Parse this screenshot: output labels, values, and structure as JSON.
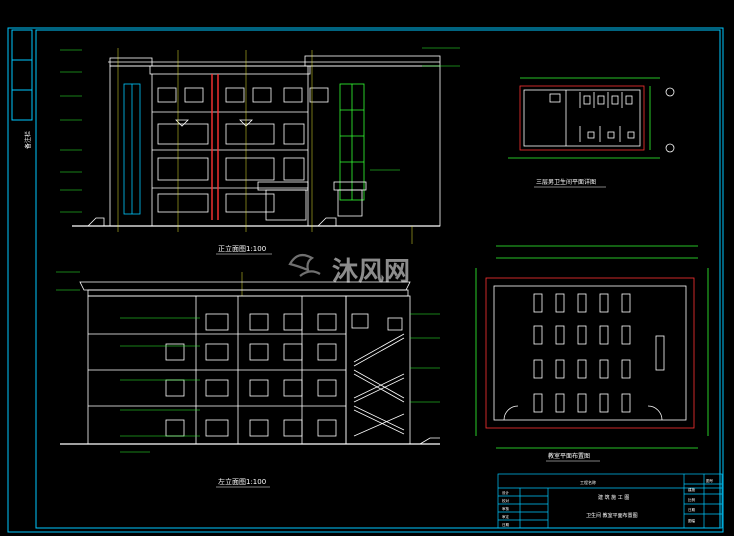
{
  "drawing": {
    "front_elevation_title": "正立面图1:100",
    "side_elevation_title": "左立面图1:100",
    "toilet_plan_title": "三层男卫生间平面详图",
    "classroom_plan_title": "教室平面布置图",
    "watermark_text": "沐风网",
    "border_tab_text": "备注栏"
  },
  "title_block": {
    "project_label": "工程名称",
    "sheet_name": "建 筑 施 工 图",
    "sheet_content": "卫生间 教室平面布置图",
    "rows": [
      "设计",
      "校对",
      "审核",
      "审定",
      "日期"
    ],
    "right_cells": [
      "图号",
      "建施",
      "比例",
      "日期",
      "图幅"
    ]
  },
  "colors": {
    "background": "#000000",
    "lines": "#ffffff",
    "dimension": "#33ff33",
    "axis": "#e8e830",
    "accent": "#ff3333",
    "frame": "#00c8ff"
  }
}
